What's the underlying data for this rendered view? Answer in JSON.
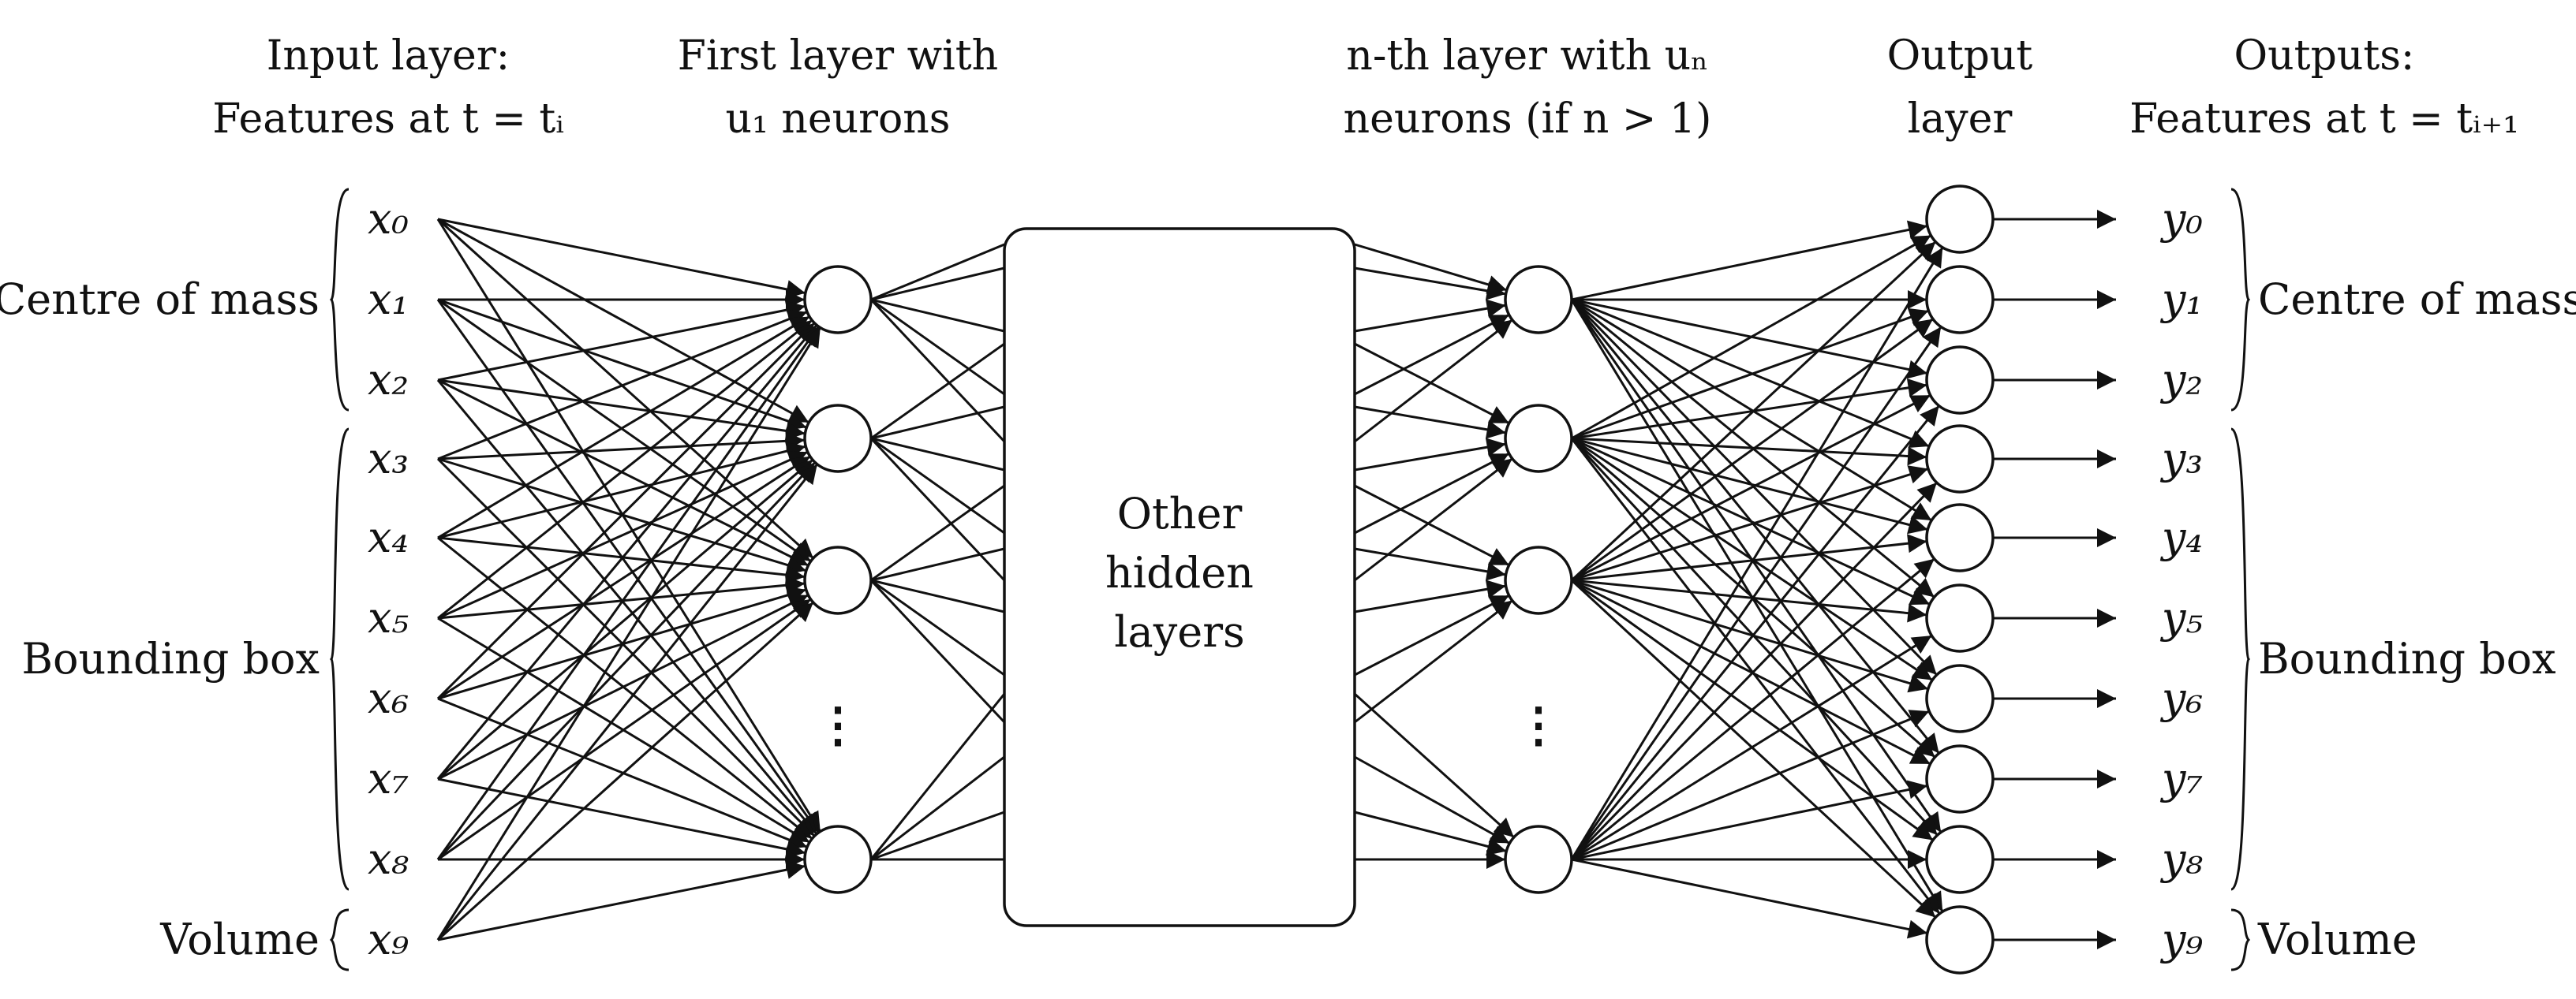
{
  "headers": {
    "input": [
      "Input layer:",
      "Features at t = tᵢ"
    ],
    "first": [
      "First layer with",
      "u₁ neurons"
    ],
    "nth": [
      "n-th layer with uₙ",
      "neurons (if n > 1)"
    ],
    "output": [
      "Output",
      "layer"
    ],
    "outputs": [
      "Outputs:",
      "Features at t = tᵢ₊₁"
    ]
  },
  "inputs": [
    "x₀",
    "x₁",
    "x₂",
    "x₃",
    "x₄",
    "x₅",
    "x₆",
    "x₇",
    "x₈",
    "x₉"
  ],
  "outputs": [
    "y₀",
    "y₁",
    "y₂",
    "y₃",
    "y₄",
    "y₅",
    "y₆",
    "y₇",
    "y₈",
    "y₉"
  ],
  "input_groups": [
    {
      "label": "Centre of mass",
      "from": 0,
      "to": 2
    },
    {
      "label": "Bounding box",
      "from": 3,
      "to": 8
    },
    {
      "label": "Volume",
      "from": 9,
      "to": 9
    }
  ],
  "output_groups": [
    {
      "label": "Centre of mass",
      "from": 0,
      "to": 2
    },
    {
      "label": "Bounding box",
      "from": 3,
      "to": 8
    },
    {
      "label": "Volume",
      "from": 9,
      "to": 9
    }
  ],
  "hidden_box": [
    "Other",
    "hidden",
    "layers"
  ],
  "ellipsis": "⋮"
}
